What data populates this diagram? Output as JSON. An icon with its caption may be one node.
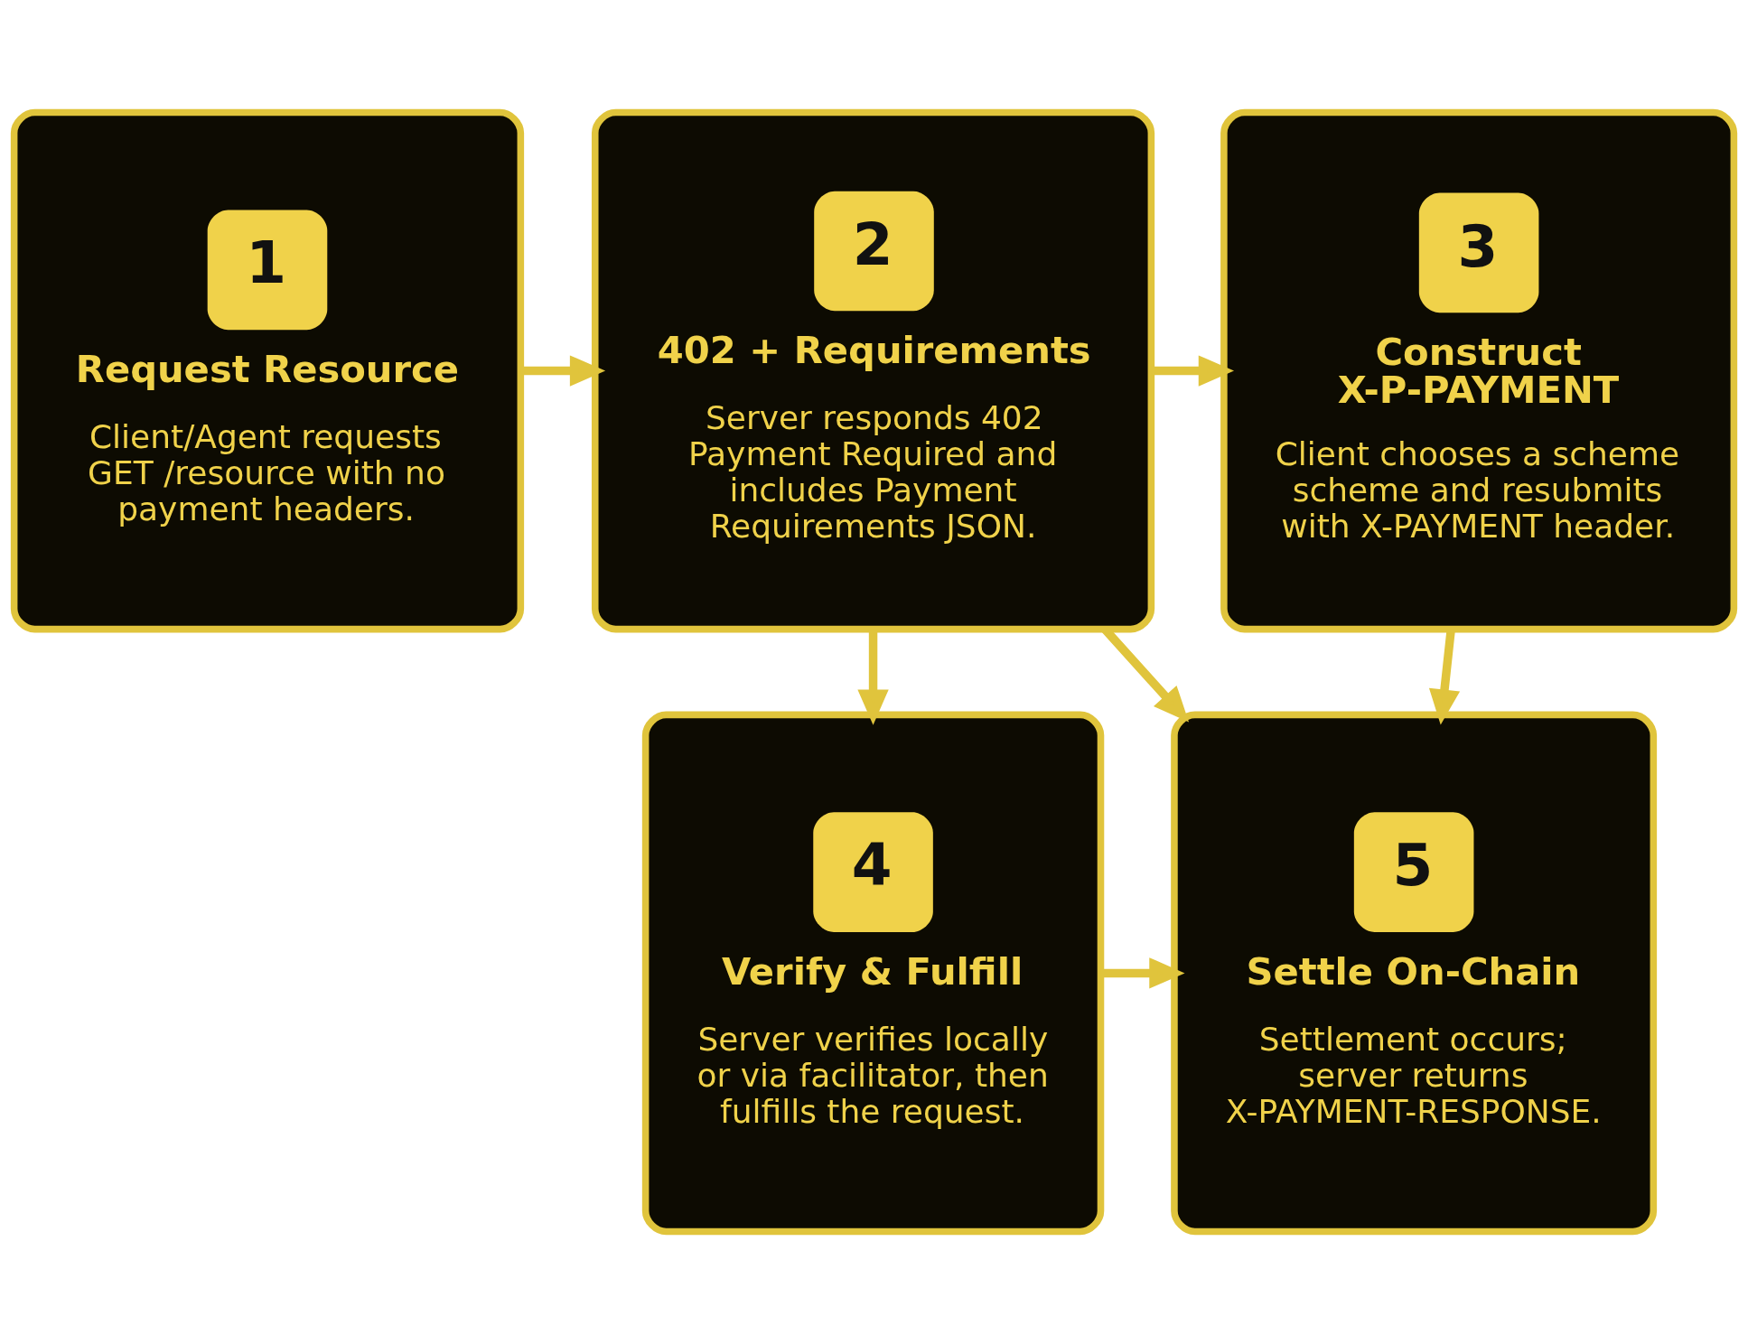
{
  "diagram": {
    "nodes": [
      {
        "text": [
          "1",
          "Request Resource",
          "Client/Agent requests GET /resource with no payment headers."
        ]
      },
      {
        "text": [
          "2",
          "402 + Requirements",
          "Server responds 402 Payment Required and includes Payment Requirements JSON."
        ]
      },
      {
        "text": [
          "3",
          "Construct X-P-PAYMENT",
          "Client chooses a scheme scheme and resubmits with X-PAYMENT header."
        ]
      },
      {
        "text": [
          "4",
          "Verify & Fulfill",
          "Server verifies locally or via facilitator, then fulfills the request."
        ]
      },
      {
        "text": [
          "5",
          "Settle On-Chain",
          "Settlement occurs; server returns X-PAYMENT-RESPONSE."
        ]
      }
    ],
    "edges": [
      {
        "from": 0,
        "to": 1,
        "arrow": "to"
      },
      {
        "from": 1,
        "to": 2,
        "arrow": "to"
      },
      {
        "from": 1,
        "to": 3,
        "arrow": "to"
      },
      {
        "from": 1,
        "to": 4,
        "arrow": "to"
      },
      {
        "from": 2,
        "to": 4,
        "arrow": "to"
      },
      {
        "from": 3,
        "to": 4,
        "arrow": "to"
      }
    ]
  }
}
